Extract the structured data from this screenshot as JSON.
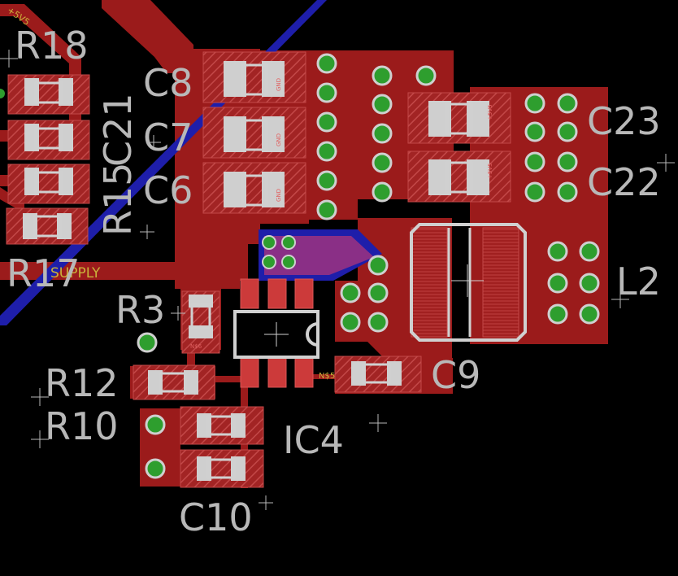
{
  "colors": {
    "background": "#000000",
    "copper_top": "#9b1b1b",
    "copper_top_light": "#b83030",
    "copper_bottom": "#1e1eaa",
    "overlap": "#8a2f86",
    "silkscreen": "#b8b8b8",
    "via_ring": "#2e9e2e",
    "net_label": "#c9b23a"
  },
  "labels": {
    "R18": "R18",
    "C8": "C8",
    "C21": "C21",
    "C7": "C7",
    "R15": "R15",
    "C6": "C6",
    "C23": "C23",
    "C22": "C22",
    "R17": "R17",
    "L2": "L2",
    "R3": "R3",
    "R12": "R12",
    "C9": "C9",
    "R10": "R10",
    "IC4": "IC4",
    "C10": "C10"
  },
  "net_labels": {
    "supply": "SUPPLY",
    "n5": "N$5",
    "n6": "N$6",
    "v5": "+5V5",
    "v5_top": "+5V5"
  },
  "pad_labels": {
    "gnd": "GND"
  }
}
